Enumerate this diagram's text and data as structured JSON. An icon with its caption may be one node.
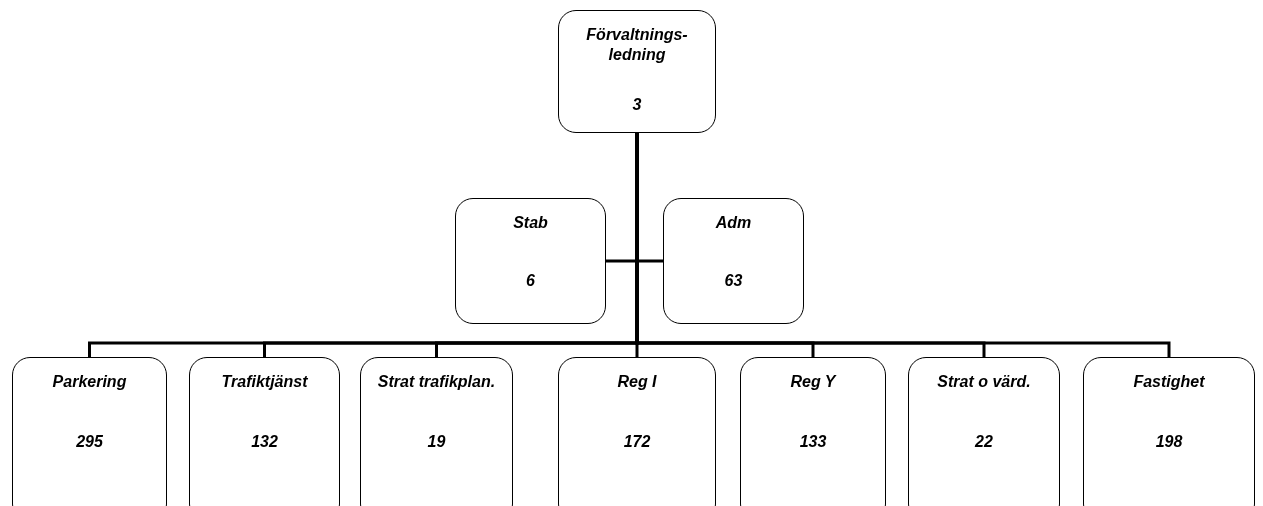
{
  "diagram": {
    "nodes": [
      {
        "text": [
          "Förvaltnings- ledning",
          "3"
        ]
      },
      {
        "text": [
          "Stab",
          "6"
        ]
      },
      {
        "text": [
          "Adm",
          "63"
        ]
      },
      {
        "text": [
          "Parkering",
          "295"
        ]
      },
      {
        "text": [
          "Trafiktjänst",
          "132"
        ]
      },
      {
        "text": [
          "Strat trafikplan.",
          "19"
        ]
      },
      {
        "text": [
          "Reg I",
          "172"
        ]
      },
      {
        "text": [
          "Reg Y",
          "133"
        ]
      },
      {
        "text": [
          "Strat o värd.",
          "22"
        ]
      },
      {
        "text": [
          "Fastighet",
          "198"
        ]
      }
    ],
    "edges": [
      {
        "from": 0,
        "to": 1,
        "arrow": "none"
      },
      {
        "from": 0,
        "to": 2,
        "arrow": "none"
      },
      {
        "from": 0,
        "to": 3,
        "arrow": "none"
      },
      {
        "from": 0,
        "to": 4,
        "arrow": "none"
      },
      {
        "from": 0,
        "to": 5,
        "arrow": "none"
      },
      {
        "from": 0,
        "to": 6,
        "arrow": "none"
      },
      {
        "from": 0,
        "to": 7,
        "arrow": "none"
      },
      {
        "from": 0,
        "to": 8,
        "arrow": "none"
      },
      {
        "from": 0,
        "to": 9,
        "arrow": "none"
      }
    ]
  }
}
